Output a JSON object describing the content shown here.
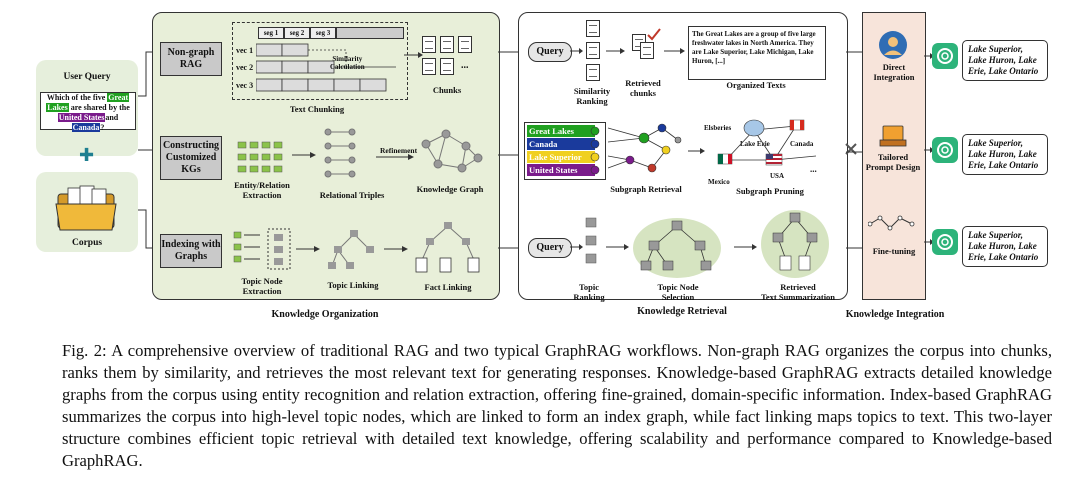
{
  "user_query": {
    "title": "User Query",
    "text_pre": "Which of the five",
    "hl1": "Great",
    "hl2": "Lakes",
    "text_mid": "are shared by the",
    "hl3": "United States",
    "text_and": "and",
    "hl4": "Canada",
    "text_end": "?"
  },
  "plus": "✚",
  "corpus": {
    "title": "Corpus"
  },
  "organization": {
    "section": "Knowledge Organization",
    "nongraph": {
      "label_l1": "Non-graph",
      "label_l2": "RAG",
      "segs": [
        "seg 1",
        "seg 2",
        "seg 3"
      ],
      "vecs": [
        "vec 1",
        "vec 2",
        "vec 3"
      ],
      "similarity_l1": "Similarity",
      "similarity_l2": "Calculation",
      "text_chunking": "Text Chunking",
      "chunks": "Chunks",
      "ellipsis": "..."
    },
    "kg": {
      "label_l1": "Constructing",
      "label_l2": "Customized",
      "label_l3": "KGs",
      "entity_l1": "Entity/Relation",
      "entity_l2": "Extraction",
      "triples": "Relational Triples",
      "refinement": "Refinement",
      "graph": "Knowledge Graph"
    },
    "index": {
      "label_l1": "Indexing with",
      "label_l2": "Graphs",
      "topic_node_l1": "Topic Node",
      "topic_node_l2": "Extraction",
      "topic_linking": "Topic Linking",
      "fact_linking": "Fact Linking"
    }
  },
  "retrieval": {
    "section": "Knowledge Retrieval",
    "query": "Query",
    "sim_ranking_l1": "Similarity",
    "sim_ranking_l2": "Ranking",
    "retrieved_l1": "Retrieved",
    "retrieved_l2": "chunks",
    "organized_text": "The Great Lakes are a group of five large freshwater lakes in North America. They are Lake Superior, Lake Michigan, Lake Huron, [...]",
    "organized_label": "Organized Texts",
    "entities": [
      "Great Lakes",
      "Canada",
      "Lake Superior",
      "United States"
    ],
    "subgraph_retrieval": "Subgraph Retrieval",
    "pruning_labels": [
      "Elsberies",
      "Lake Erie",
      "Canada",
      "Mexico",
      "USA"
    ],
    "pruning_ellipsis": "...",
    "subgraph_pruning": "Subgraph Pruning",
    "topic_ranking_l1": "Topic",
    "topic_ranking_l2": "Ranking",
    "topic_selection_l1": "Topic Node",
    "topic_selection_l2": "Selection",
    "retrieved_summ_l1": "Retrieved",
    "retrieved_summ_l2": "Text Summarization"
  },
  "integration": {
    "section": "Knowledge Integration",
    "direct_l1": "Direct",
    "direct_l2": "Integration",
    "tailored_l1": "Tailored",
    "tailored_l2": "Prompt Design",
    "finetune": "Fine-tuning"
  },
  "answers": {
    "a1": [
      "Lake Superior,",
      "Lake Huron, Lake",
      "Erie, Lake Ontario"
    ],
    "a2": [
      "Lake Superior,",
      "Lake Huron, Lake",
      "Erie, Lake Ontario"
    ],
    "a3": [
      "Lake Superior,",
      "Lake Huron, Lake",
      "Erie, Lake Ontario"
    ]
  },
  "caption": "Fig. 2: A comprehensive overview of traditional RAG and two typical GraphRAG workflows. Non-graph RAG organizes the corpus into chunks, ranks them by similarity, and retrieves the most relevant text for generating responses. Knowledge-based GraphRAG extracts detailed knowledge graphs from the corpus using entity recognition and relation extraction, offering fine-grained, domain-specific information. Index-based GraphRAG summarizes the corpus into high-level topic nodes, which are linked to form an index graph, while fact linking maps topics to text. This two-layer structure combines efficient topic retrieval with detailed text knowledge, offering scalability and performance compared to Knowledge-based GraphRAG.",
  "colors": {
    "org_panel": "#e8efd9",
    "query_panel": "#e6efdc",
    "integration_panel": "#f7e4da",
    "gpt_green": "#2db37a"
  }
}
